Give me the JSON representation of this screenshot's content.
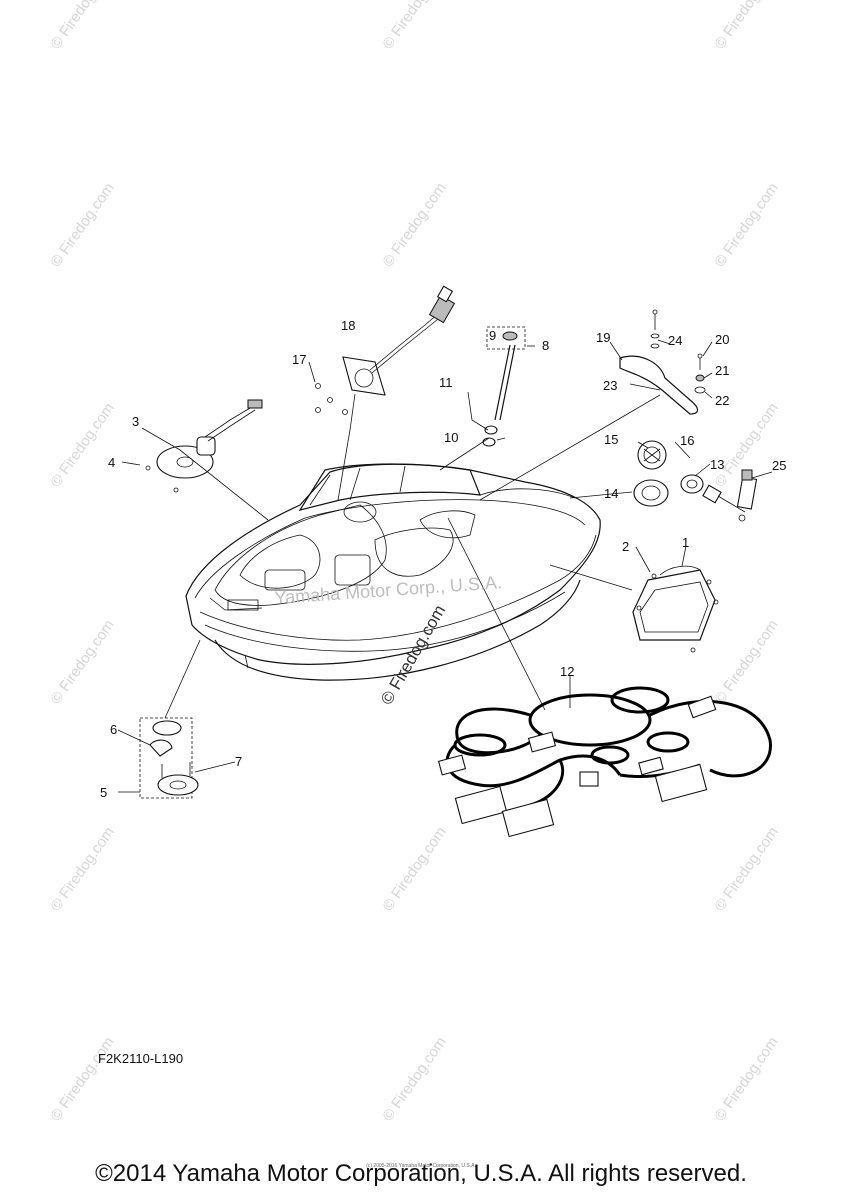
{
  "diagram": {
    "code": "F2K2110-L190",
    "copyright": "©2014 Yamaha Motor Corporation, U.S.A. All rights reserved.",
    "small_copyright": "(c) 2005-2016 Yamaha Motor Corporation, U.S.A.",
    "center_watermark": "© Firedog.com",
    "yamaha_watermark": "Yamaha Motor Corp., U.S.A.",
    "tile_watermark": "© Firedog.com",
    "callouts": [
      "1",
      "2",
      "3",
      "4",
      "5",
      "6",
      "7",
      "8",
      "9",
      "10",
      "11",
      "12",
      "13",
      "14",
      "15",
      "16",
      "17",
      "18",
      "19",
      "20",
      "21",
      "22",
      "23",
      "24",
      "25"
    ]
  },
  "colors": {
    "line": "#111111",
    "watermark": "#d6d6d6",
    "background": "#ffffff"
  }
}
